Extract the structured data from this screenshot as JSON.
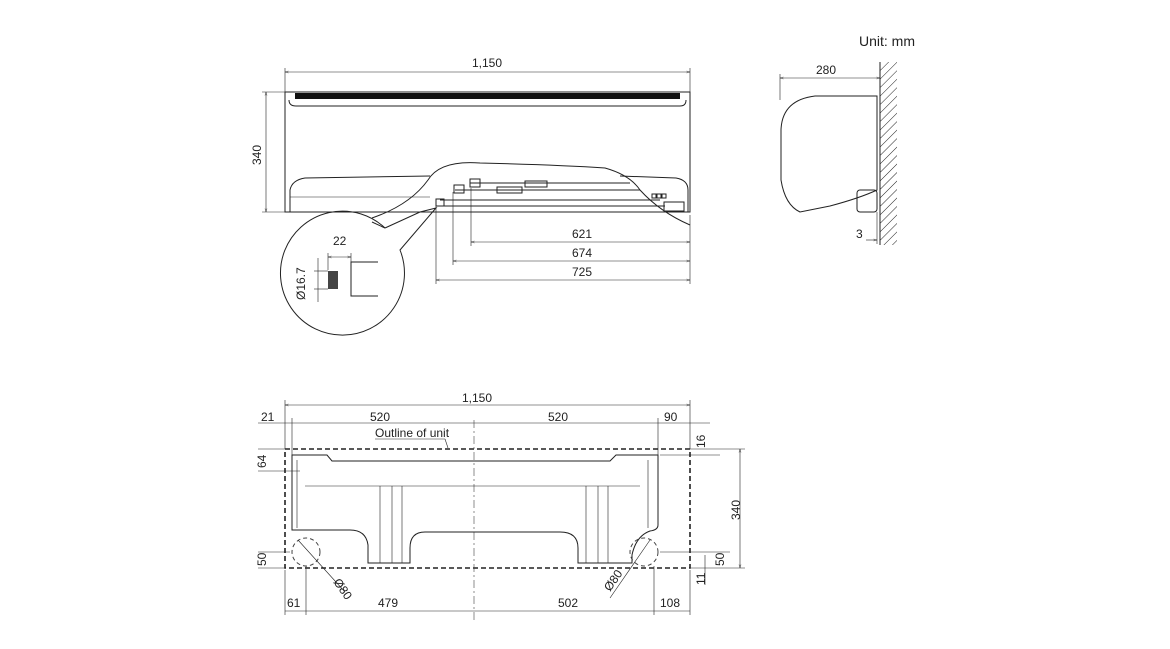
{
  "unit_label": "Unit: mm",
  "front_view": {
    "width": "1,150",
    "height": "340",
    "pipe_dims": [
      "621",
      "674",
      "725"
    ],
    "detail": {
      "length": "22",
      "diameter": "Ø16.7"
    }
  },
  "side_view": {
    "depth": "280",
    "wall_gap": "3"
  },
  "bottom_view": {
    "width": "1,150",
    "top_dims": [
      "21",
      "520",
      "520",
      "90"
    ],
    "outline_label": "Outline of unit",
    "left_dims": [
      "64",
      "50"
    ],
    "right_dims": [
      "16",
      "340",
      "50",
      "11"
    ],
    "hole_labels": [
      "Ø80",
      "Ø80"
    ],
    "bottom_dims": [
      "61",
      "479",
      "502",
      "108"
    ]
  }
}
